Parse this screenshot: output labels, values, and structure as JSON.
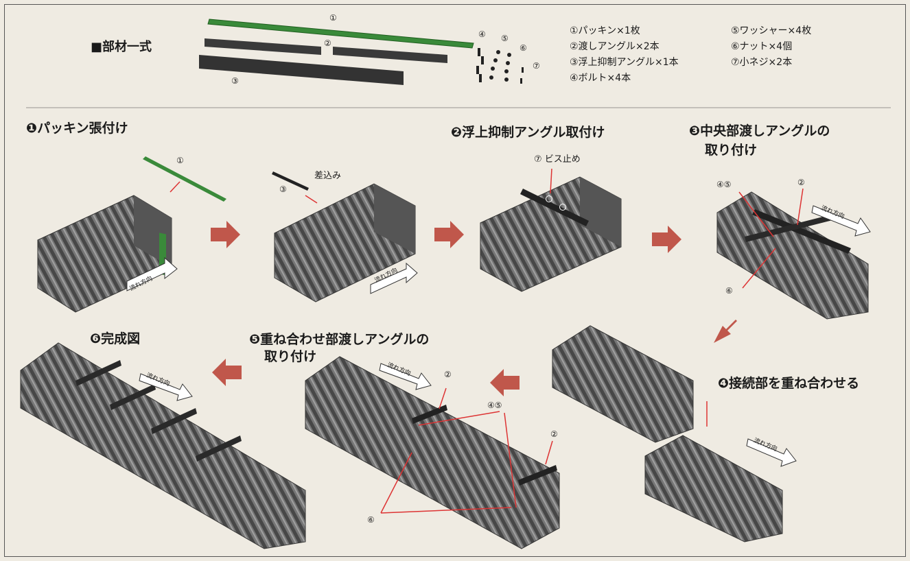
{
  "title": "■部材一式",
  "parts_list": [
    "①パッキン×1枚",
    "②渡しアングル×2本",
    "③浮上抑制アングル×1本",
    "④ボルト×4本",
    "⑤ワッシャー×4枚",
    "⑥ナット×4個",
    "⑦小ネジ×2本"
  ],
  "steps": [
    {
      "label": "❶パッキン張付け"
    },
    {
      "label": "❷浮上抑制アングル取付け"
    },
    {
      "label_lines": [
        "❸中央部渡しアングルの",
        "取り付け"
      ]
    },
    {
      "label": "❹接続部を重ね合わせる"
    },
    {
      "label_lines": [
        "❺重ね合わせ部渡しアングルの",
        "取り付け"
      ]
    },
    {
      "label": "❻完成図"
    }
  ],
  "annotations": {
    "c1": "①",
    "c2": "②",
    "c3": "③",
    "c4": "④",
    "c5": "⑤",
    "c6": "⑥",
    "c7": "⑦",
    "c45": "④⑤",
    "insert": "差込み",
    "screw": "⑦ ビス止め",
    "flow_direction": "流れ方向"
  },
  "colors": {
    "background": "#efebe2",
    "arrow": "#c0574b",
    "gasket": "#3a8a3a",
    "steel": "#3b3b3b",
    "channel": "#6d6d6d"
  }
}
